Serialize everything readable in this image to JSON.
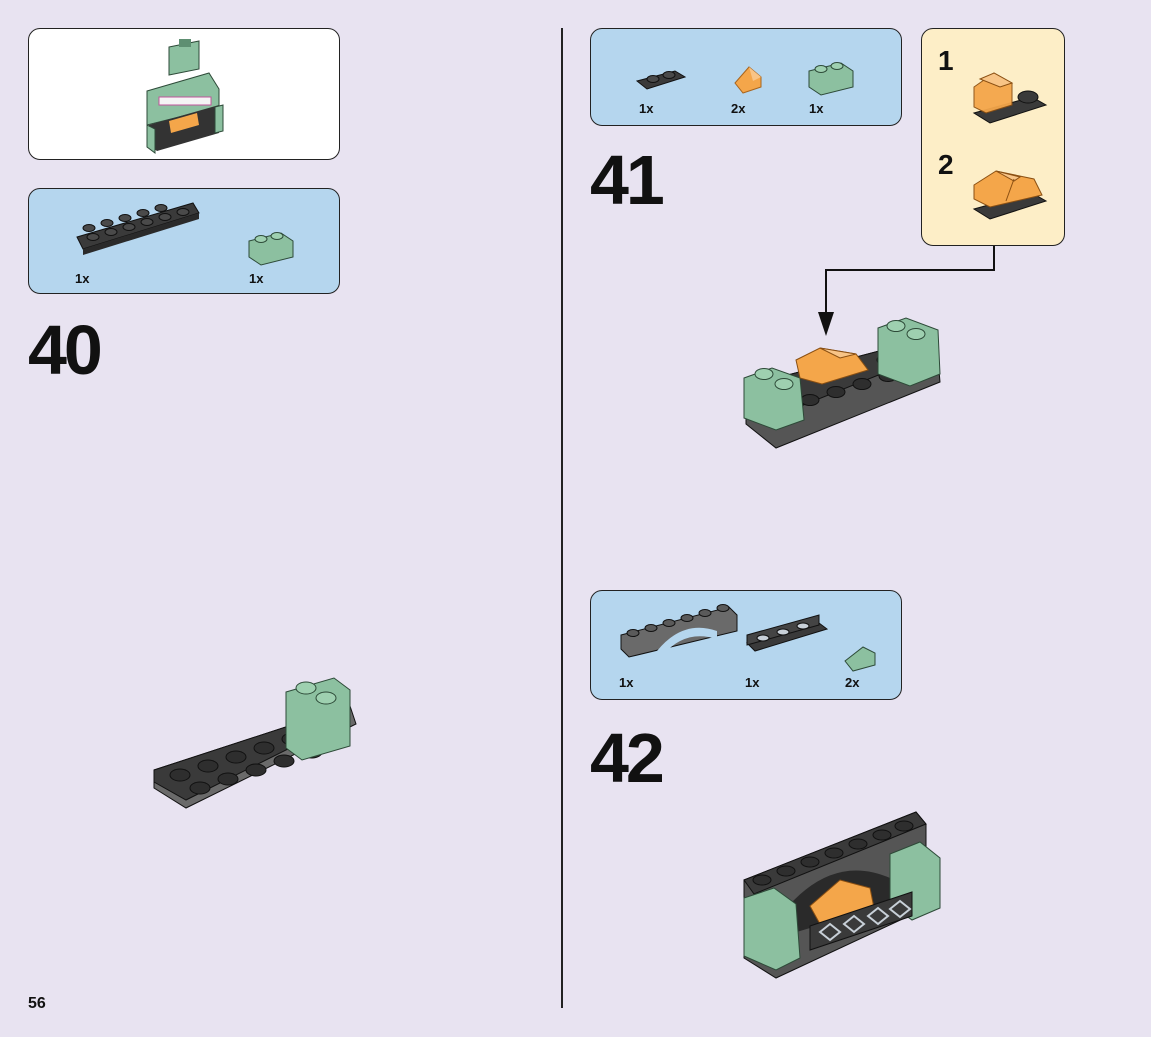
{
  "page": {
    "number": "56"
  },
  "steps": [
    {
      "number": "40",
      "parts": [
        {
          "name": "black-plate-2x6",
          "qty": "1x"
        },
        {
          "name": "sand-green-brick-1x2",
          "qty": "1x"
        }
      ]
    },
    {
      "number": "41",
      "parts": [
        {
          "name": "black-plate-1x2",
          "qty": "1x"
        },
        {
          "name": "orange-trans-slope",
          "qty": "2x"
        },
        {
          "name": "sand-green-brick-1x2-side-studs",
          "qty": "1x"
        }
      ],
      "substeps": [
        "1",
        "2"
      ]
    },
    {
      "number": "42",
      "parts": [
        {
          "name": "dark-grey-arch-1x6",
          "qty": "1x"
        },
        {
          "name": "black-grille-panel",
          "qty": "1x"
        },
        {
          "name": "sand-green-slope",
          "qty": "2x"
        }
      ]
    }
  ],
  "colors": {
    "background": "#e8e3f1",
    "parts_box": "#b5d6ee",
    "substep_box": "#fdeec7",
    "sand_green": "#8cc0a0",
    "black_brick": "#3a3a3a",
    "trans_orange": "#f4a64a"
  }
}
